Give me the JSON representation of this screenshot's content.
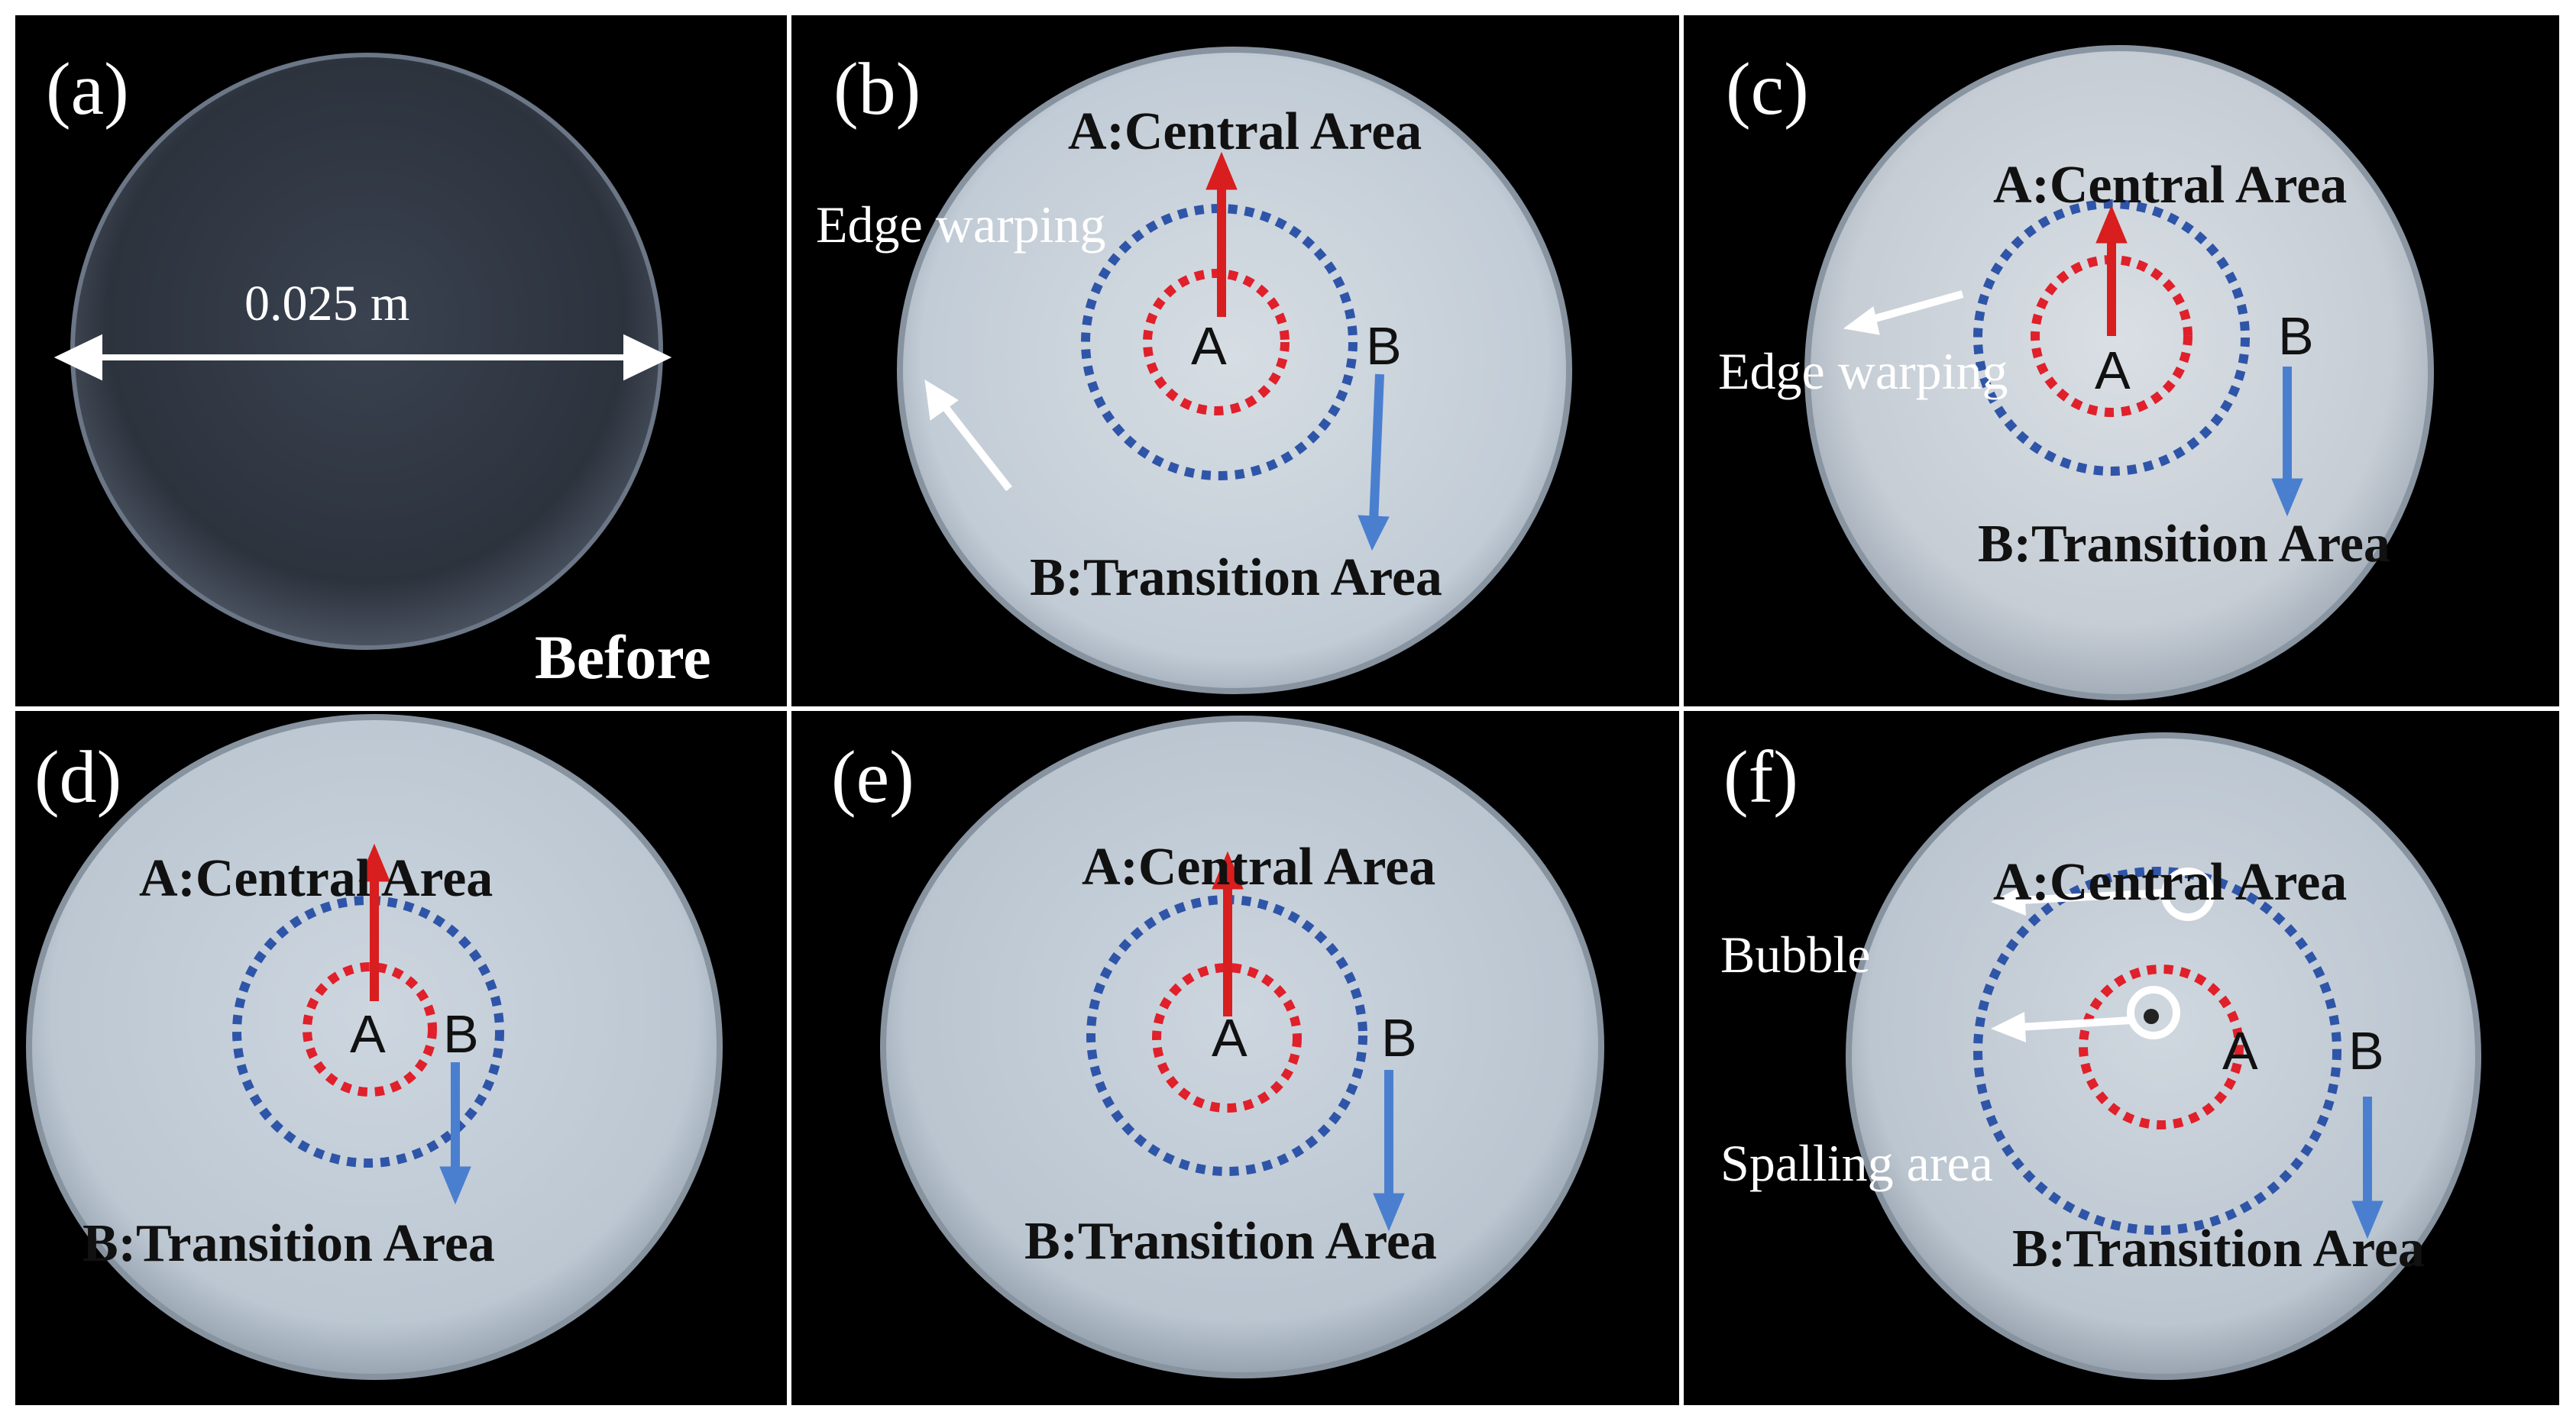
{
  "panels": {
    "a": {
      "label": "(a)",
      "dimension": "0.025 m",
      "state": "Before"
    },
    "b": {
      "label": "(b)",
      "central": "A:Central Area",
      "transition": "B:Transition Area",
      "point_a": "A",
      "point_b": "B",
      "edge_note": "Edge warping"
    },
    "c": {
      "label": "(c)",
      "central": "A:Central Area",
      "transition": "B:Transition Area",
      "point_a": "A",
      "point_b": "B",
      "edge_note": "Edge warping"
    },
    "d": {
      "label": "(d)",
      "central": "A:Central Area",
      "transition": "B:Transition Area",
      "point_a": "A",
      "point_b": "B"
    },
    "e": {
      "label": "(e)",
      "central": "A:Central Area",
      "transition": "B:Transition Area",
      "point_a": "A",
      "point_b": "B"
    },
    "f": {
      "label": "(f)",
      "central": "A:Central Area",
      "transition": "B:Transition Area",
      "point_a": "A",
      "point_b": "B",
      "bubble_note": "Bubble",
      "spalling_note": "Spalling area"
    }
  },
  "colors": {
    "background": "#000000",
    "divider": "#ffffff",
    "sample_before": "#2f3640",
    "sample_after": "#c9d3dc",
    "central_circle": "#e0202a",
    "transition_circle": "#2f55a8",
    "arrow_central": "#d81e1e",
    "arrow_transition": "#4a7fd0",
    "annotation": "#ffffff"
  }
}
